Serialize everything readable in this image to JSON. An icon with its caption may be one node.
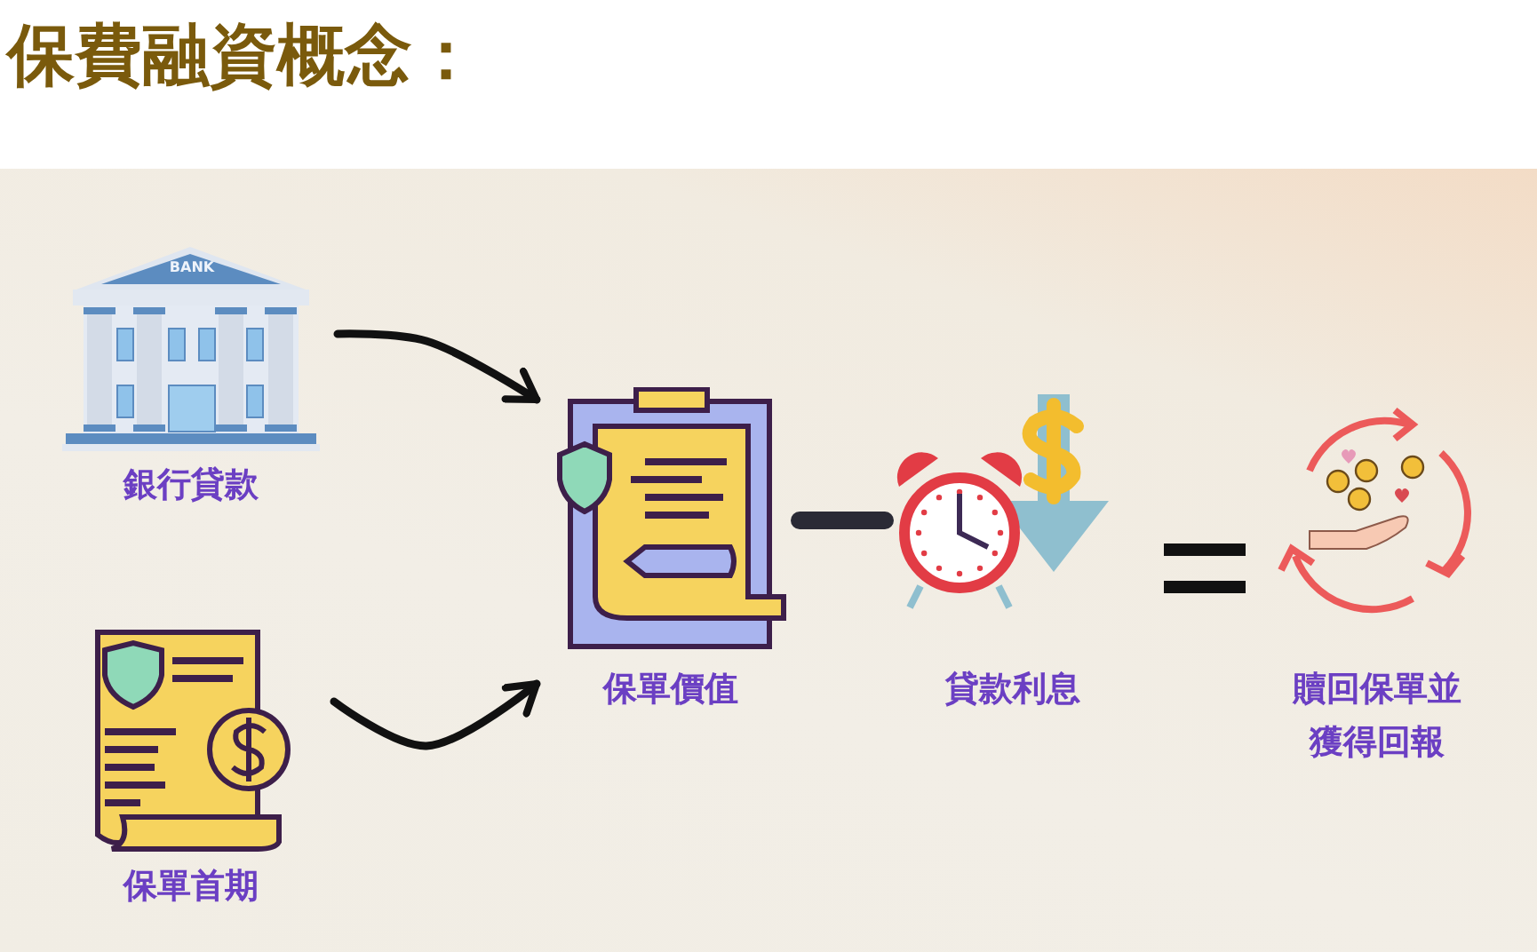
{
  "diagram": {
    "title": "保費融資概念：",
    "nodes": [
      {
        "text": [
          "銀行貸款"
        ]
      },
      {
        "text": [
          "保單首期"
        ]
      },
      {
        "text": [
          "保單價值"
        ]
      },
      {
        "text": [
          "貸款利息"
        ]
      },
      {
        "text": [
          "贖回保單並獲得回報"
        ]
      }
    ],
    "edges": [
      {
        "from": 0,
        "to": 2,
        "arrow": "to"
      },
      {
        "from": 1,
        "to": 2,
        "arrow": "to"
      }
    ],
    "labels": [
      "BANK"
    ]
  }
}
